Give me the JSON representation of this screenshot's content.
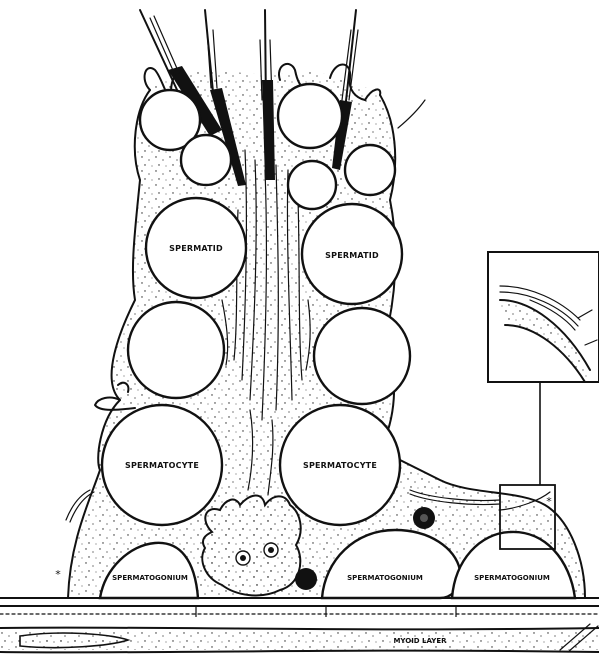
{
  "labels": {
    "spermatid_left": "SPERMATID",
    "spermatid_right": "SPERMATID",
    "spermatocyte_left": "SPERMATOCYTE",
    "spermatocyte_right": "SPERMATOCYTE",
    "spermatogonium_left": "SPERMATOGONIUM",
    "spermatogonium_mid": "SPERMATOGONIUM",
    "spermatogonium_right": "SPERMATOGONIUM",
    "myoid_layer": "MYOID LAYER"
  },
  "markers": {
    "asterisk_left": "*",
    "asterisk_right": "*"
  }
}
